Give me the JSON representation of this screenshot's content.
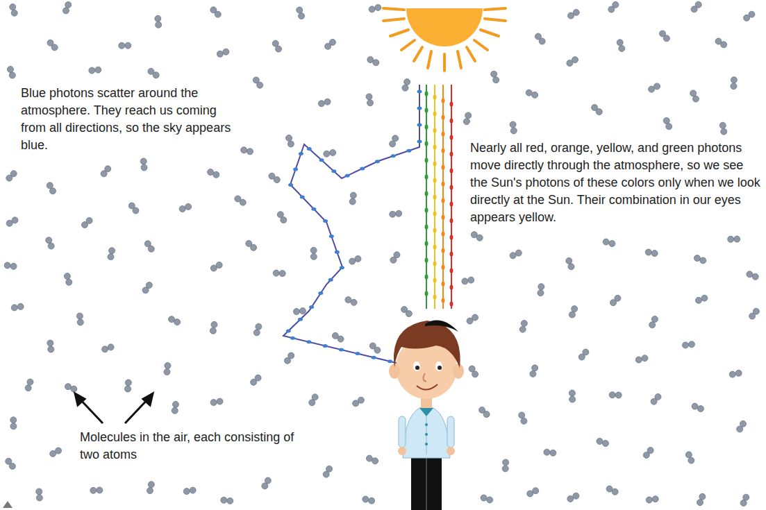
{
  "diagram": {
    "labels": [
      "Blue photons scatter around the atmosphere. They reach us coming from all directions, so the sky appears blue.",
      "Nearly all red, orange, yellow, and green photons move directly through the atmosphere, so we see the Sun's photons of these colors only when we look directly at the Sun. Their combination in our eyes appears yellow.",
      "Molecules in the air, each consisting of two atoms"
    ]
  }
}
